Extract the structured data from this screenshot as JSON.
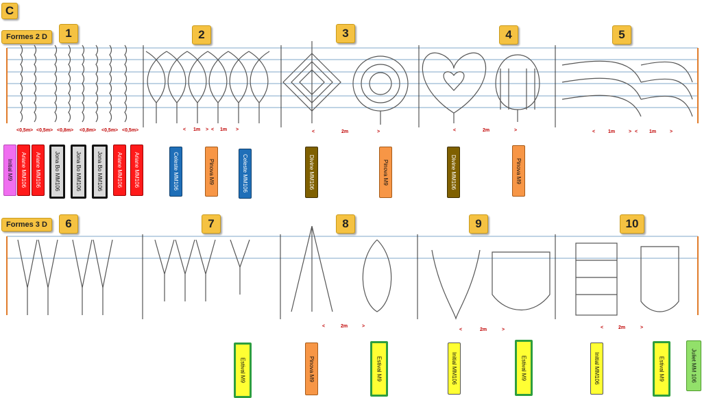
{
  "panel_letter": "C",
  "sections": {
    "two_d": "Formes 2 D",
    "three_d": "Formes 3 D"
  },
  "form_numbers": [
    "1",
    "2",
    "3",
    "4",
    "5",
    "6",
    "7",
    "8",
    "9",
    "10"
  ],
  "distance_labels_2d": {
    "form1": [
      "<0,5m>",
      "<0,5m>",
      "<0,8m>",
      "<0,8m>",
      "<0,5m>",
      "<0,5m>"
    ],
    "form2": [
      "<",
      "1m",
      ">",
      "<",
      "1m",
      ">"
    ],
    "form3": [
      "<",
      "2m",
      ">"
    ],
    "form4": [
      "<",
      "2m",
      ">"
    ],
    "form5": [
      "<",
      "1m",
      ">",
      "<",
      "1m",
      ">"
    ]
  },
  "distance_labels_3d": {
    "form8": [
      "<",
      "2m",
      ">"
    ],
    "form9": [
      "<",
      "2m",
      ">"
    ],
    "form10": [
      "<",
      "2m",
      ">"
    ]
  },
  "variety_tags": [
    {
      "text": "Initial  M9",
      "color": "#f06ef0",
      "border": "#b84ab8"
    },
    {
      "text": "Ariane  MM106",
      "color": "#ff1a1a",
      "border": "#900"
    },
    {
      "text": "Ariane  MM106",
      "color": "#ff1a1a",
      "border": "#900"
    },
    {
      "text": "Jona Bo MM106",
      "color": "#d9d9d9",
      "border": "#111"
    },
    {
      "text": "Jona Bo MM106",
      "color": "#d9d9d9",
      "border": "#111"
    },
    {
      "text": "Jona Bo MM106",
      "color": "#d9d9d9",
      "border": "#111"
    },
    {
      "text": "Ariane  MM106",
      "color": "#ff1a1a",
      "border": "#900"
    },
    {
      "text": "Ariane  MM106",
      "color": "#ff1a1a",
      "border": "#900"
    },
    {
      "text": "Celeste MM106",
      "color": "#1f6fb8",
      "border": "#0d3d6b"
    },
    {
      "text": "Pinova  M9",
      "color": "#f79646",
      "border": "#a55a18"
    },
    {
      "text": "Celeste MM106",
      "color": "#1f6fb8",
      "border": "#0d3d6b"
    },
    {
      "text": "Divine MM106",
      "color": "#7f6000",
      "border": "#3f3000"
    },
    {
      "text": "Pinova  M9",
      "color": "#f79646",
      "border": "#a55a18"
    },
    {
      "text": "Divine MM106",
      "color": "#7f6000",
      "border": "#3f3000"
    },
    {
      "text": "Pinova  M9",
      "color": "#f79646",
      "border": "#a55a18"
    },
    {
      "text": "Estival  M9",
      "color": "#ffff33",
      "border": "#2e9e3e"
    },
    {
      "text": "Pinova  M9",
      "color": "#f79646",
      "border": "#a55a18"
    },
    {
      "text": "Estival  M9",
      "color": "#ffff33",
      "border": "#2e9e3e"
    },
    {
      "text": "Initial MM106",
      "color": "#ffff33",
      "border": "#555"
    },
    {
      "text": "Estival  M9",
      "color": "#ffff33",
      "border": "#2e9e3e"
    },
    {
      "text": "Initial MM106",
      "color": "#ffff33",
      "border": "#555"
    },
    {
      "text": "Estival  M9",
      "color": "#ffff33",
      "border": "#2e9e3e"
    },
    {
      "text": "Juliet MM 106",
      "color": "#92e06a",
      "border": "#4c9a2a"
    }
  ],
  "colors": {
    "label_bg": "#f5c242",
    "wire": "#7fa7c9",
    "post": "#e07b2a",
    "divider": "#333333",
    "dist_text": "#c00000"
  }
}
